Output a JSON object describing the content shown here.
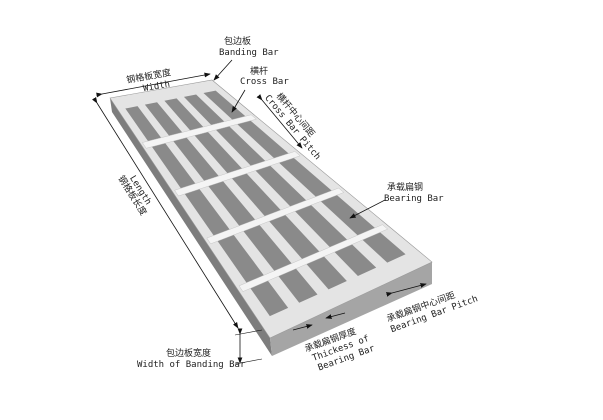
{
  "labels": {
    "banding_bar": {
      "cn": "包边板",
      "en": "Banding Bar"
    },
    "width": {
      "cn": "钢格板宽度",
      "en": "Width"
    },
    "cross_bar": {
      "cn": "横杆",
      "en": "Cross Bar"
    },
    "cross_bar_pitch": {
      "cn": "横杆中心间距",
      "en": "Cross Bar Pitch"
    },
    "length": {
      "cn": "钢格板长度",
      "en": "Length"
    },
    "bearing_bar": {
      "cn": "承载扁钢",
      "en": "Bearing Bar"
    },
    "bearing_bar_pitch": {
      "cn": "承载扁钢中心间距",
      "en": "Bearing Bar Pitch"
    },
    "thickness_of_bearing_bar": {
      "cn": "承载扁钢厚度",
      "en1": "Thickess of",
      "en2": "Bearing Bar"
    },
    "width_of_banding_bar": {
      "cn": "包边板宽度",
      "en": "Width of Banding Bar"
    }
  },
  "colors": {
    "frame": "#d8d8d8",
    "slot": "#8a8a8a",
    "front": "#9a9a9a",
    "line": "#111111"
  }
}
